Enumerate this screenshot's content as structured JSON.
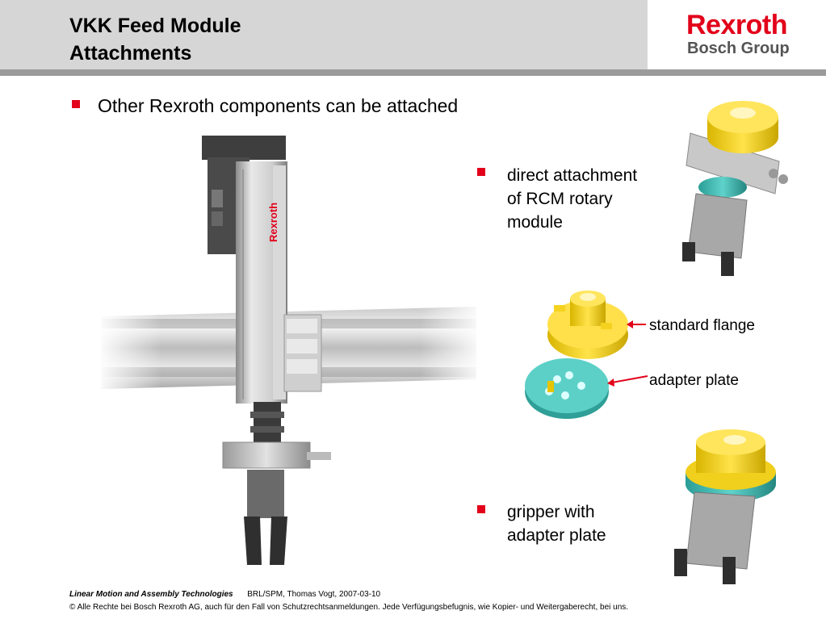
{
  "header": {
    "title_line1": "VKK Feed Module",
    "title_line2": "Attachments",
    "logo_main": "Rexroth",
    "logo_sub": "Bosch Group"
  },
  "main": {
    "bullet": "Other Rexroth components can be attached",
    "module_brand_text": "Rexroth"
  },
  "side": {
    "bullet1_lines": [
      "direct attachment",
      "of RCM rotary",
      "module"
    ],
    "label_flange": "standard flange",
    "label_adapter": "adapter plate",
    "bullet2_lines": [
      "gripper with",
      "adapter plate"
    ]
  },
  "footer": {
    "division": "Linear Motion and Assembly Technologies",
    "ref": "BRL/SPM, Thomas Vogt, 2007-03-10",
    "copyright": "© Alle Rechte bei Bosch Rexroth AG, auch für den Fall von Schutzrechtsanmeldungen. Jede Verfügungsbefugnis, wie Kopier- und Weitergaberecht, bei uns."
  },
  "colors": {
    "accent_red": "#e2001a",
    "header_gray": "#d6d6d6",
    "rule_gray": "#9b9b9b",
    "flange_yellow": "#f2d21b",
    "adapter_teal": "#3fb8b0"
  }
}
